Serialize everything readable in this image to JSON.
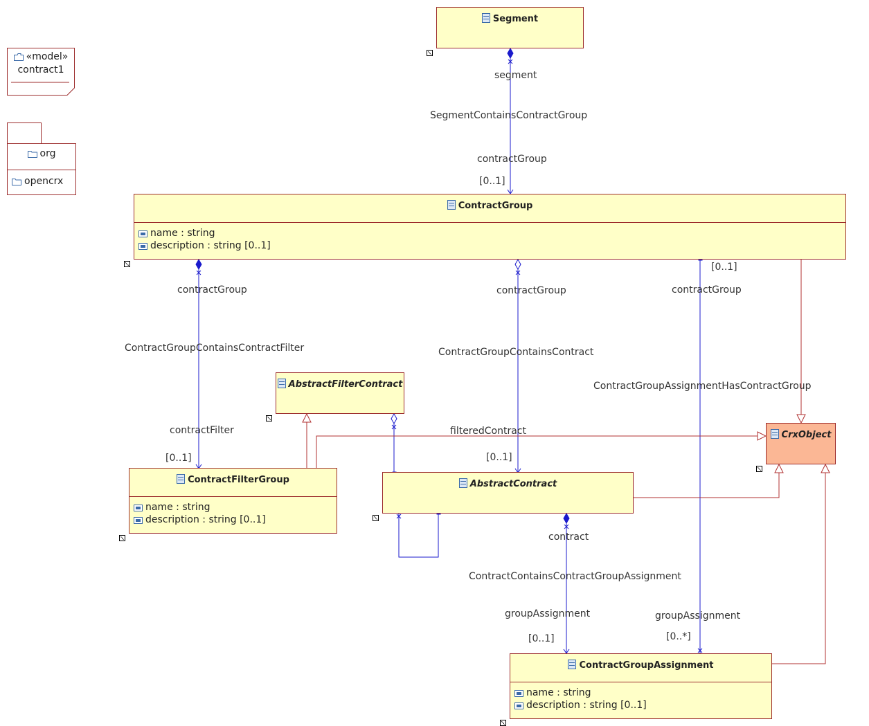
{
  "model": {
    "stereotype": "«model»",
    "name": "contract1"
  },
  "package": {
    "name": "org",
    "child": "opencrx"
  },
  "classes": {
    "segment": {
      "name": "Segment"
    },
    "contract_group": {
      "name": "ContractGroup",
      "attrs": [
        "name : string",
        "description : string [0..1]"
      ]
    },
    "abstract_filter_contract": {
      "name": "AbstractFilterContract"
    },
    "contract_filter_group": {
      "name": "ContractFilterGroup",
      "attrs": [
        "name : string",
        "description : string [0..1]"
      ]
    },
    "abstract_contract": {
      "name": "AbstractContract"
    },
    "crx_object": {
      "name": "CrxObject"
    },
    "contract_group_assignment": {
      "name": "ContractGroupAssignment",
      "attrs": [
        "name : string",
        "description : string [0..1]"
      ]
    }
  },
  "associations": {
    "segment_contains_contract_group": {
      "name": "SegmentContainsContractGroup",
      "end1_role": "segment",
      "end2_role": "contractGroup",
      "end2_mult": "[0..1]"
    },
    "contract_group_contains_contract_filter": {
      "name": "ContractGroupContainsContractFilter",
      "end1_role": "contractGroup",
      "end2_role": "contractFilter",
      "end2_mult": "[0..1]"
    },
    "contract_group_contains_contract": {
      "name": "ContractGroupContainsContract",
      "end1_role": "contractGroup",
      "end2_mult": "[0..1]"
    },
    "contract_group_assignment_has_contract_group": {
      "name": "ContractGroupAssignmentHasContractGroup",
      "end1_role": "contractGroup",
      "end1_mult": "[0..1]",
      "end2_role": "groupAssignment",
      "end2_mult": "[0..*]"
    },
    "filtered_contract": {
      "role": "filteredContract"
    },
    "contract_contains_contract_group_assignment": {
      "name": "ContractContainsContractGroupAssignment",
      "end1_role": "contract",
      "end2_role": "groupAssignment",
      "end2_mult": "[0..1]"
    }
  },
  "colors": {
    "class_fill": "#ffffc8",
    "crx_fill": "#fbb795",
    "border": "#9c2b2b",
    "association": "#1a1acc",
    "generalization": "#b03030"
  }
}
